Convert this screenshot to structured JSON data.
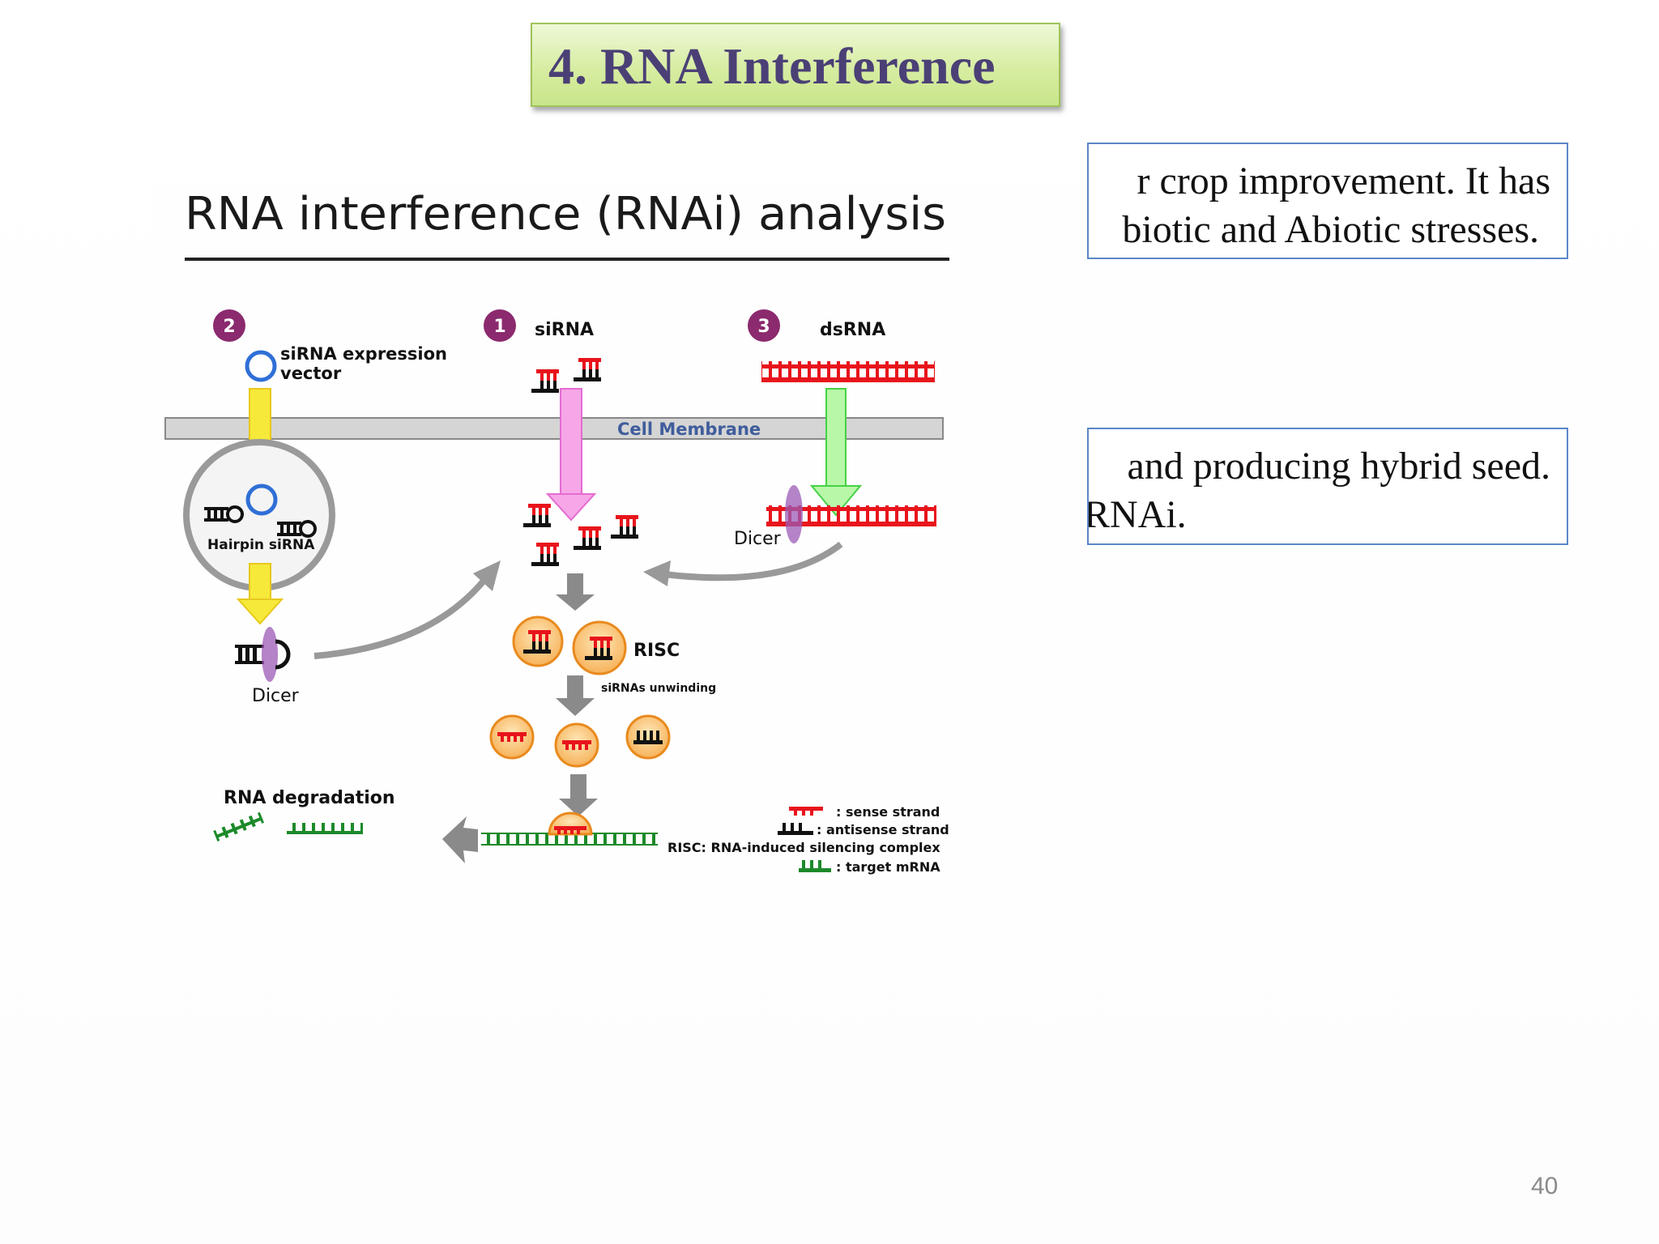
{
  "slide": {
    "title": "4. RNA Interference",
    "page_number": "40",
    "text_box_1": {
      "line1": "r crop improvement. It has",
      "line2": "biotic and Abiotic stresses."
    },
    "text_box_2": {
      "line1": "and producing hybrid seed.",
      "line2": "RNAi."
    }
  },
  "diagram": {
    "heading": "RNA interference (RNAi) analysis",
    "num_siRNA": "1",
    "num_vector": "2",
    "num_dsRNA": "3",
    "label_siRNA": "siRNA",
    "label_dsRNA": "dsRNA",
    "label_vector_1": "siRNA expression",
    "label_vector_2": "vector",
    "label_membrane": "Cell Membrane",
    "label_hairpin": "Hairpin siRNA",
    "label_dicer_left": "Dicer",
    "label_dicer_right": "Dicer",
    "label_risc": "RISC",
    "label_unwinding": "siRNAs unwinding",
    "label_degradation": "RNA degradation",
    "legend": {
      "sense": ": sense strand",
      "antisense": ": antisense strand",
      "risc": "RISC: RNA-induced silencing complex",
      "target": ": target mRNA"
    },
    "colors": {
      "sense": "#e8141c",
      "antisense": "#111111",
      "target": "#1c8a2a",
      "risc": "#f5a623",
      "dicer": "#9b59b6",
      "vector": "#2f6fd6",
      "membrane": "#d3d3d3",
      "number_badge": "#8b2a6e"
    }
  }
}
